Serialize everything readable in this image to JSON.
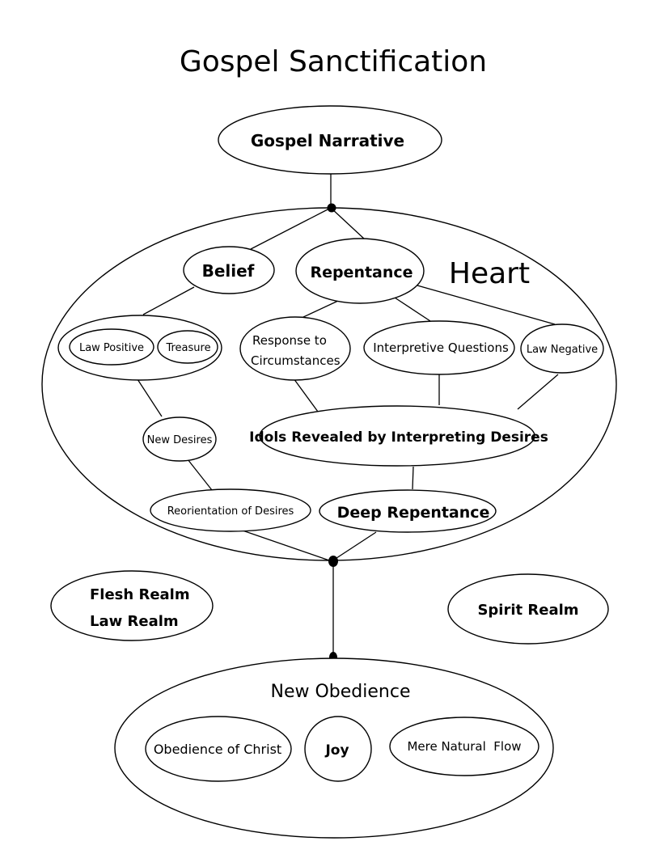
{
  "title": "Gospel Sanctification",
  "heart_label": "Heart",
  "nodes": {
    "gospel_narrative": "Gospel Narrative",
    "belief": "Belief",
    "repentance": "Repentance",
    "law_positive": "Law Positive",
    "treasure": "Treasure",
    "response_line1": "Response to",
    "response_line2": "Circumstances",
    "interpretive_questions": "Interpretive Questions",
    "law_negative": "Law Negative",
    "new_desires": "New Desires",
    "idols_revealed": "Idols Revealed by Interpreting Desires",
    "reorientation": "Reorientation of Desires",
    "deep_repentance": "Deep Repentance",
    "flesh_realm": "Flesh Realm",
    "law_realm": "Law Realm",
    "spirit_realm": "Spirit Realm",
    "new_obedience": "New Obedience",
    "obedience_of_christ": "Obedience of Christ",
    "joy": "Joy",
    "mere_natural_flow": "Mere Natural  Flow"
  }
}
